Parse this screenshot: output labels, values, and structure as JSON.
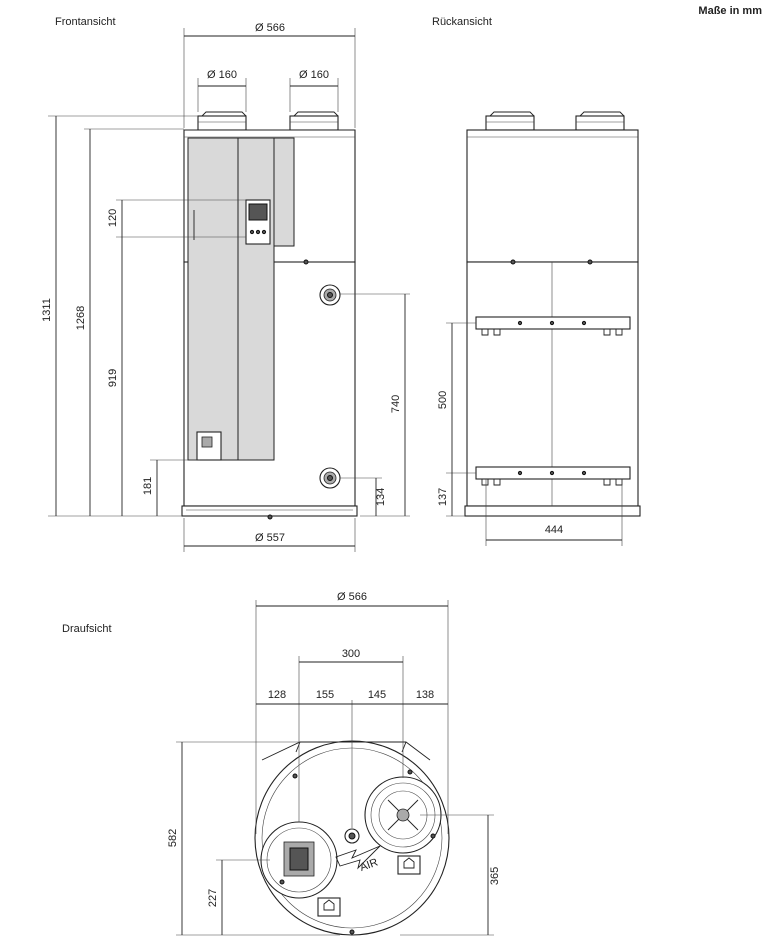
{
  "units_label": "Maße in mm",
  "views": {
    "front": {
      "title": "Frontansicht"
    },
    "back": {
      "title": "Rückansicht"
    },
    "top": {
      "title": "Draufsicht"
    }
  },
  "dimensions": {
    "front_diameter_top": "Ø 566",
    "front_duct_left": "Ø 160",
    "front_duct_right": "Ø 160",
    "front_diameter_bottom": "Ø 557",
    "front_height_total": "1311",
    "front_height_body": "1268",
    "front_display_height": "120",
    "front_height_919": "919",
    "front_height_181": "181",
    "front_height_740": "740",
    "front_height_134": "134",
    "back_height_500": "500",
    "back_height_137": "137",
    "back_width_444": "444",
    "top_diameter": "Ø 566",
    "top_300": "300",
    "top_128": "128",
    "top_155": "155",
    "top_145": "145",
    "top_138": "138",
    "top_582": "582",
    "top_227": "227",
    "top_365": "365"
  },
  "labels": {
    "air": "AIR"
  }
}
